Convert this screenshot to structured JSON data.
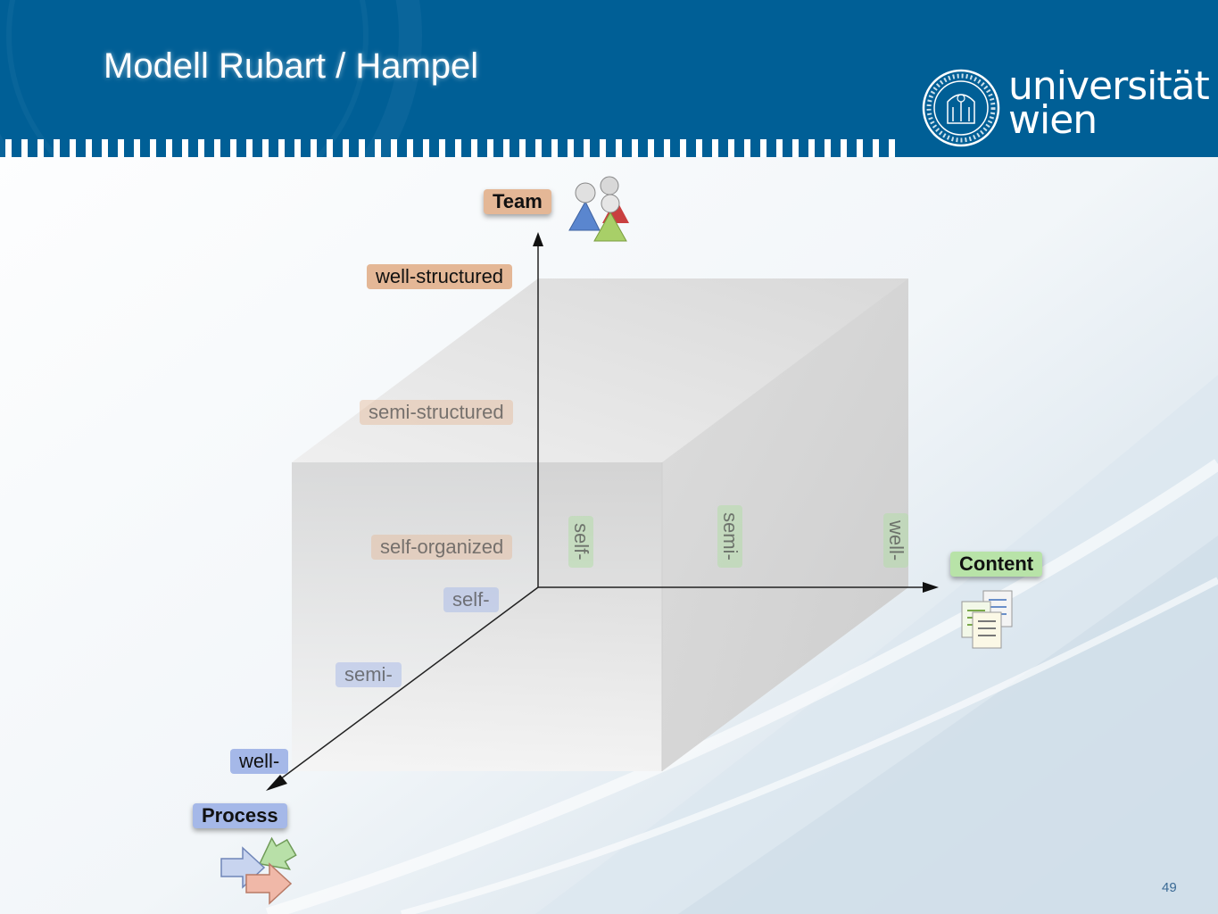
{
  "slide": {
    "title": "Modell Rubart / Hampel",
    "page_number": "49"
  },
  "logo": {
    "line1": "universität",
    "line2": "wien"
  },
  "axes": {
    "team": {
      "title": "Team",
      "levels": [
        "well-structured",
        "semi-structured",
        "self-organized"
      ]
    },
    "content": {
      "title": "Content",
      "levels": [
        "self-",
        "semi-",
        "well-"
      ]
    },
    "process": {
      "title": "Process",
      "levels": [
        "self-",
        "semi-",
        "well-"
      ]
    }
  },
  "colors": {
    "header_blue": "#005f96",
    "team_label": "#e4b796",
    "content_label": "#b8e3a8",
    "process_label": "#a5b8e8"
  }
}
